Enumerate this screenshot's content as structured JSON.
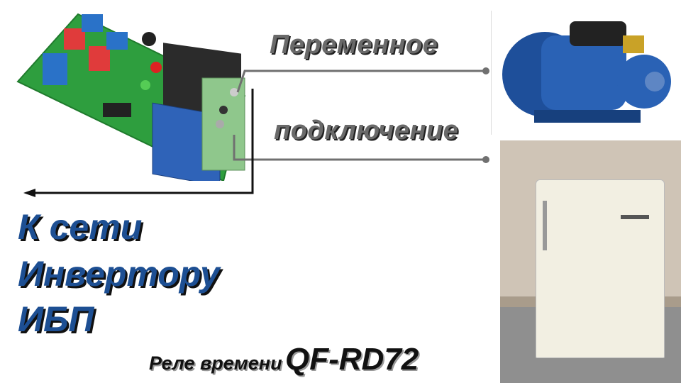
{
  "labels": {
    "ac_line1": "Переменное",
    "ac_line2": "подключение",
    "source_lines": [
      "К сети",
      "Инвертору",
      "ИБП"
    ],
    "caption_prefix": "Реле времени",
    "caption_model": "QF-RD72"
  },
  "colors": {
    "wire_grey": "#707070",
    "wire_black": "#111111",
    "text_blue": "#1d4f93",
    "board_green": "#2e9e3e"
  }
}
